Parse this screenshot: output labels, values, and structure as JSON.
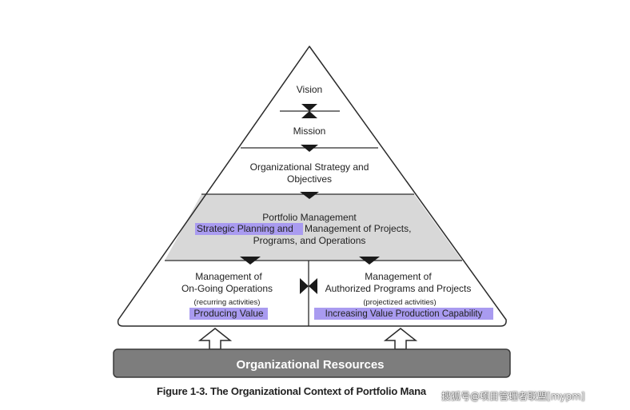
{
  "levels": {
    "vision": "Vision",
    "mission": "Mission",
    "strategy_line1": "Organizational Strategy and",
    "strategy_line2": "Objectives",
    "portfolio_line1": "Portfolio Management",
    "portfolio_hl": "Strategic Planning and",
    "portfolio_line2_rest": "Management of Projects,",
    "portfolio_line3": "Programs, and Operations"
  },
  "left_box": {
    "line1": "Management of",
    "line2": "On-Going Operations",
    "line3": "(recurring activities)",
    "highlight": "Producing Value"
  },
  "right_box": {
    "line1": "Management of",
    "line2": "Authorized Programs and Projects",
    "line3": "(projectized activities)",
    "highlight": "Increasing Value Production Capability"
  },
  "resources": "Organizational Resources",
  "caption": "Figure 1-3. The Organizational Context of Portfolio Mana",
  "watermark": "搜狐号@项目管理者联盟[mypm]",
  "colors": {
    "line": "#2a2a2a",
    "portfolio_fill": "#d8d8d8",
    "highlight": "#a99bf0",
    "resources_fill": "#7d7d7d",
    "resources_text": "#ffffff"
  }
}
